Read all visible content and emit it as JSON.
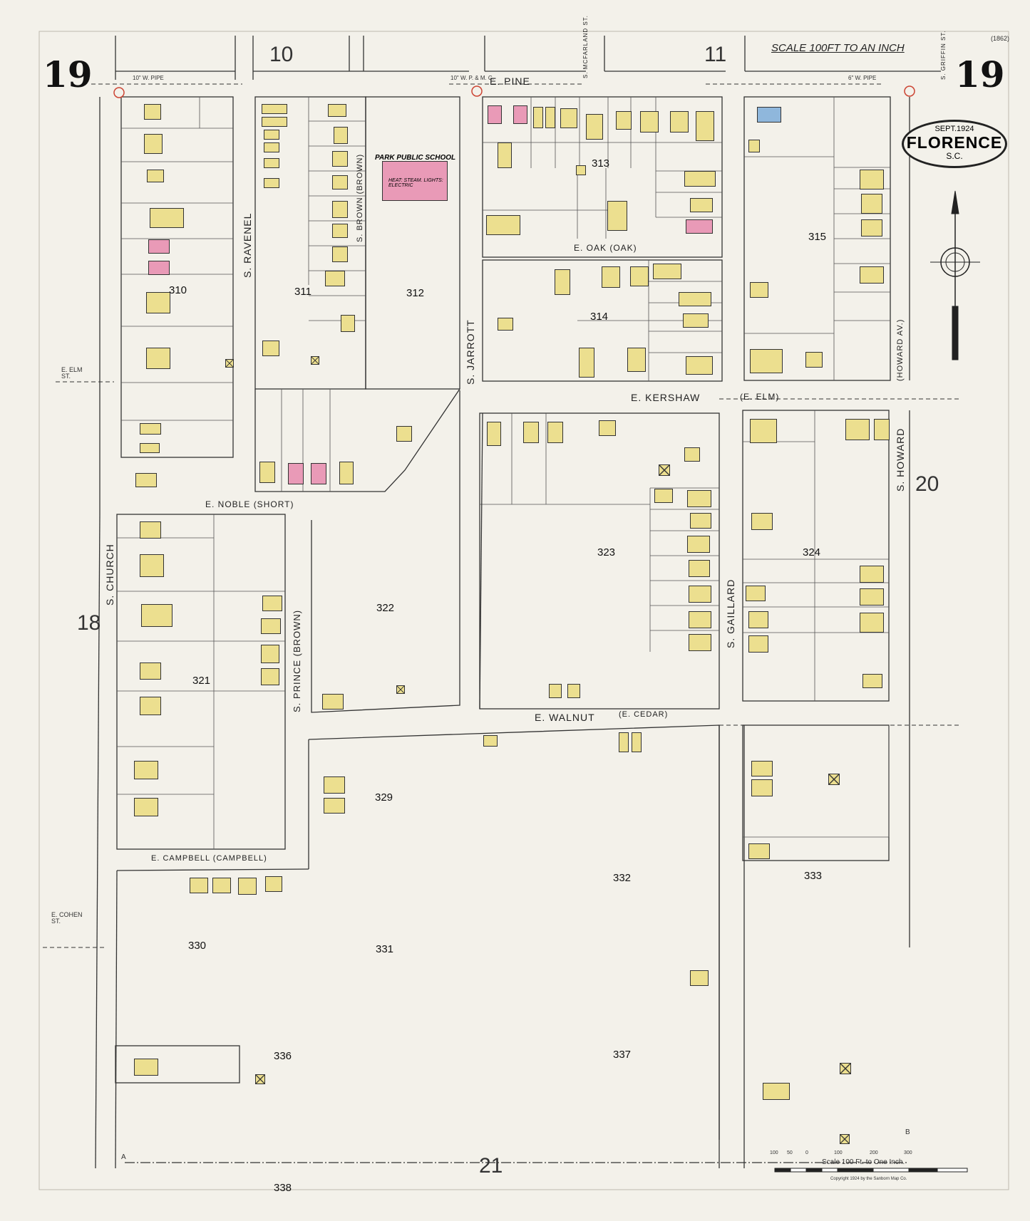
{
  "corner_numbers": {
    "left": "19",
    "right": "19"
  },
  "adjacent_sheets": {
    "top_left": "10",
    "top_right": "11",
    "left": "18",
    "right": "20",
    "bottom": "21"
  },
  "scale_heading": "SCALE 100FT TO AN INCH",
  "stamp": {
    "date": "SEPT.1924",
    "city": "FLORENCE",
    "state": "S.C."
  },
  "sheet_ref": "(1862)",
  "streets": {
    "e_pine": "E. PINE",
    "e_oak": "E. OAK (OAK)",
    "e_kershaw": "E. KERSHAW",
    "e_kershaw_alt": "(E. ELM)",
    "e_noble": "E. NOBLE (SHORT)",
    "e_walnut": "E. WALNUT",
    "e_walnut_alt": "(E. CEDAR)",
    "e_campbell": "E. CAMPBELL (CAMPBELL)",
    "e_elm_st": "E. ELM ST.",
    "e_cohen_st": "E. COHEN ST.",
    "s_ravenel": "S. RAVENEL",
    "s_brown": "S. BROWN (BROWN)",
    "s_jarrott": "S. JARROTT",
    "s_church": "S. CHURCH",
    "s_prince": "S. PRINCE (BROWN)",
    "s_gaillard": "S. GAILLARD",
    "s_howard": "S. HOWARD",
    "howard_av": "(HOWARD AV.)",
    "s_mcfarland": "S. MCFARLAND ST.",
    "s_griffin": "S. GRIFFIN ST."
  },
  "school": {
    "name": "PARK PUBLIC SCHOOL",
    "note": "HEAT: STEAM. LIGHTS: ELECTRIC"
  },
  "blocks": [
    "310",
    "311",
    "312",
    "313",
    "314",
    "315",
    "321",
    "322",
    "323",
    "324",
    "329",
    "330",
    "331",
    "332",
    "333",
    "336",
    "337",
    "338"
  ],
  "pipe_labels": [
    "10\" W. PIPE",
    "10\" W. P. & M. C.",
    "6\" W. PIPE"
  ],
  "footer": {
    "scale": "Scale 100 Ft. to One Inch.",
    "scale_ticks": [
      "100",
      "50",
      "0",
      "100",
      "200",
      "300"
    ],
    "copyright": "Copyright 1924 by the Sanborn Map Co.",
    "marker_a": "A",
    "marker_b": "B"
  },
  "colors": {
    "paper": "#f3f1ea",
    "dwelling": "#ecdf8f",
    "brick": "#e99ab7",
    "stone": "#8fb7dc",
    "line": "#333333"
  }
}
